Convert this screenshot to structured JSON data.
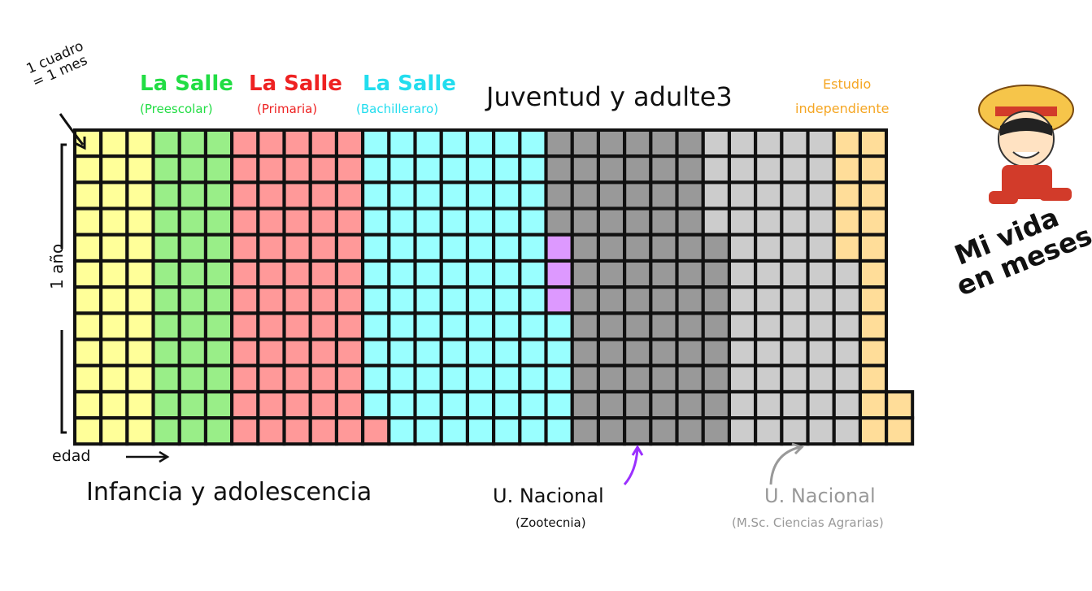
{
  "annotations": {
    "unit_line1": "1 cuadro",
    "unit_line2": "= 1 mes",
    "year_label": "1 año",
    "age_label": "edad"
  },
  "sections": {
    "preescolar": {
      "title": "La Salle",
      "subtitle": "(Preescolar)",
      "color": "#22dd44"
    },
    "primaria": {
      "title": "La Salle",
      "subtitle": "(Primaria)",
      "color": "#ee2222"
    },
    "bachillerato": {
      "title": "La Salle",
      "subtitle": "(Bachilleraro)",
      "color": "#22ddee"
    },
    "juventud": {
      "title": "Juventud y adulte3"
    },
    "estudio": {
      "line1": "Estudio",
      "line2": "independiente",
      "color": "#f5a623"
    },
    "infancia": {
      "title": "Infancia y adolescencia"
    },
    "unal_zootecnia": {
      "title": "U. Nacional",
      "subtitle": "(Zootecnia)"
    },
    "unal_msc": {
      "title": "U. Nacional",
      "subtitle": "(M.Sc. Ciencias Agrarias)",
      "color": "#999999"
    }
  },
  "side_title": {
    "line1": "Mi vida",
    "line2": "en meses"
  },
  "legend_colors": {
    "infancia": "#ffff99",
    "preescolar": "#99ee88",
    "primaria": "#ff9999",
    "bachillerato": "#99ffff",
    "gap": "#dd99ff",
    "zootecnia": "#999999",
    "msc": "#cccccc",
    "estudio": "#ffdd99"
  },
  "grid": {
    "rows_per_column": 12,
    "column_sequence": [
      "infancia",
      "infancia",
      "infancia",
      "preescolar",
      "preescolar",
      "preescolar",
      "primaria",
      "primaria",
      "primaria",
      "primaria",
      "primaria",
      "mixed_primaria_bach",
      "bachillerato",
      "bachillerato",
      "bachillerato",
      "bachillerato",
      "bachillerato",
      "bachillerato",
      "mixed_bach_gap_zoo",
      "zootecnia",
      "zootecnia",
      "zootecnia",
      "zootecnia",
      "zootecnia",
      "mixed_zoo_msc",
      "msc",
      "msc",
      "msc",
      "mixed_msc_estudio",
      "mixed_estudio_msc",
      "estudio",
      "partial_estudio"
    ],
    "mixed_columns": {
      "mixed_primaria_bach": {
        "top": "bachillerato",
        "top_count": 11,
        "bottom": "primaria"
      },
      "mixed_bach_gap_zoo": {
        "segments": [
          [
            "zootecnia",
            4
          ],
          [
            "gap",
            3
          ],
          [
            "bachillerato",
            5
          ]
        ]
      },
      "mixed_zoo_msc": {
        "segments": [
          [
            "msc",
            4
          ],
          [
            "zootecnia",
            8
          ]
        ]
      },
      "mixed_msc_estudio": {
        "segments": [
          [
            "msc",
            12
          ]
        ]
      },
      "mixed_estudio_msc": {
        "segments": [
          [
            "estudio",
            5
          ],
          [
            "msc",
            7
          ]
        ]
      },
      "partial_estudio": {
        "segments": [
          [
            "estudio",
            2
          ]
        ],
        "align": "bottom"
      }
    }
  }
}
